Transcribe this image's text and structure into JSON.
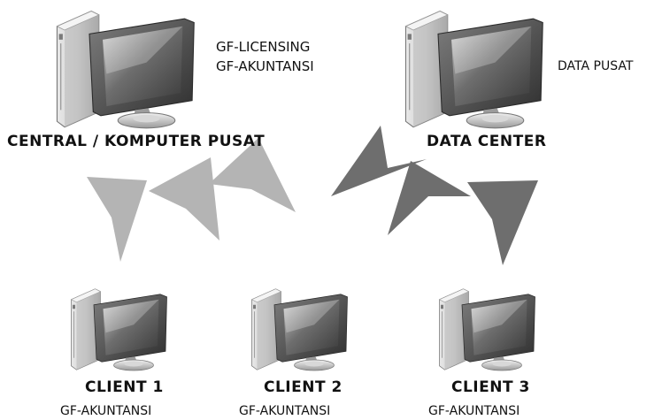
{
  "central": {
    "title": "CENTRAL / KOMPUTER PUSAT",
    "apps": [
      "GF-LICENSING",
      "GF-AKUNTANSI"
    ]
  },
  "data_center": {
    "title": "DATA CENTER",
    "note": "DATA PUSAT"
  },
  "clients": [
    {
      "title": "CLIENT 1",
      "app": "GF-AKUNTANSI"
    },
    {
      "title": "CLIENT 2",
      "app": "GF-AKUNTANSI"
    },
    {
      "title": "CLIENT 3",
      "app": "GF-AKUNTANSI"
    }
  ],
  "colors": {
    "left_arrows": "#b4b4b4",
    "right_arrows": "#6e6e6e"
  },
  "icons": {
    "computer": "desktop-computer-icon",
    "arrow": "triangle-arrow"
  }
}
